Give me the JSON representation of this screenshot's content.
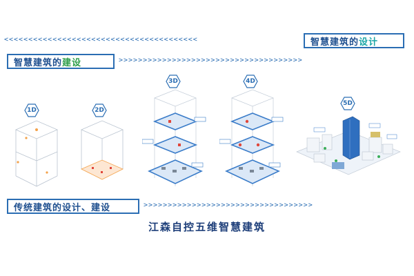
{
  "banners": {
    "design": {
      "prefix": "智慧建筑的",
      "highlight": "设计"
    },
    "construction": {
      "prefix": "智慧建筑的",
      "highlight": "建设"
    },
    "traditional": {
      "prefix": "传统建筑的",
      "highlight": "设计、建设"
    }
  },
  "stages": [
    {
      "label": "1D"
    },
    {
      "label": "2D"
    },
    {
      "label": "3D"
    },
    {
      "label": "4D"
    },
    {
      "label": "5D"
    }
  ],
  "caption": "江森自控五维智慧建筑",
  "colors": {
    "primary": "#2a6db3",
    "dark": "#1e4f8f",
    "green": "#2e9e4a",
    "teal": "#1aa6a6",
    "floor": "#3a7cc9"
  }
}
